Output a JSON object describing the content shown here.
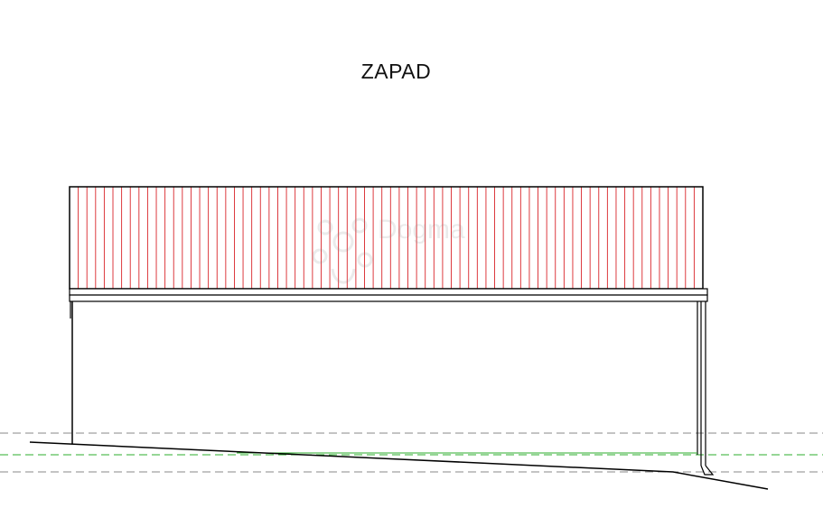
{
  "title": "ZAPAD",
  "watermark": {
    "text": "Dogma"
  },
  "colors": {
    "outline": "#000000",
    "roof_hatch": "#d9252a",
    "ground_line": "#000000",
    "level_dashed": "#8a8a8a",
    "level_green": "#2eae2e"
  },
  "roof": {
    "hatch_line_count": 72
  }
}
